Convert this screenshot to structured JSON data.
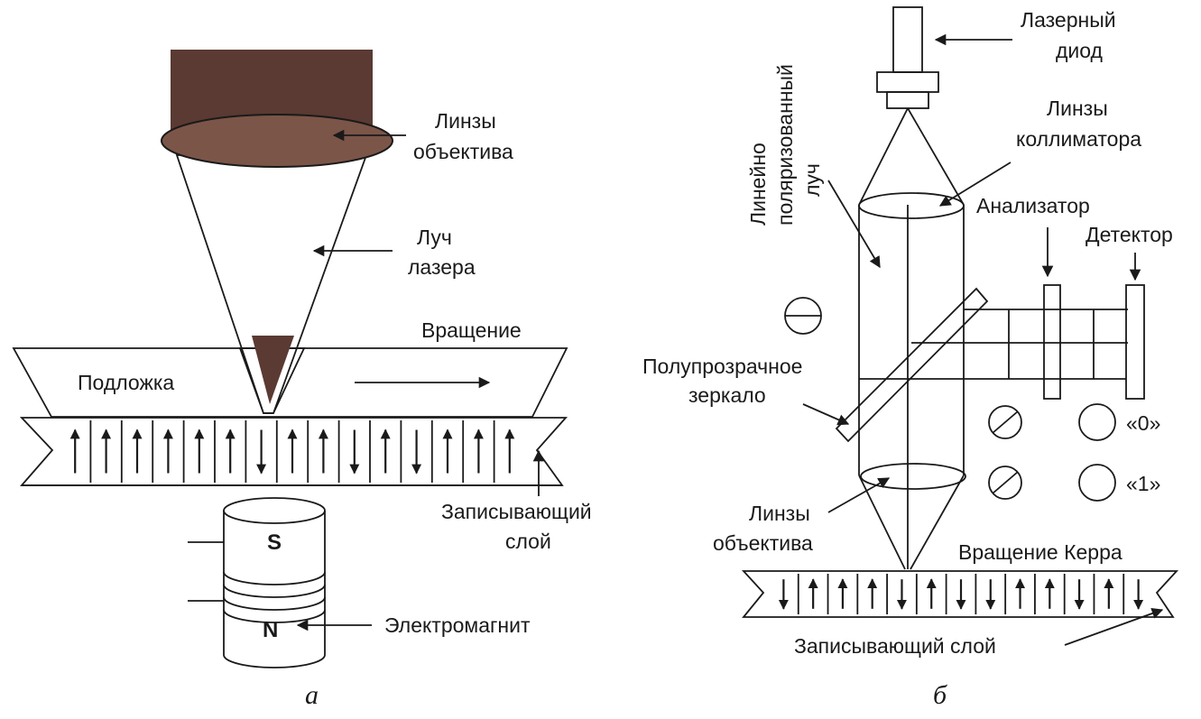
{
  "diagram_a": {
    "caption": "а",
    "labels": {
      "objective_lens_1": "Линзы",
      "objective_lens_2": "объектива",
      "laser_beam_1": "Луч",
      "laser_beam_2": "лазера",
      "rotation": "Вращение",
      "substrate": "Подложка",
      "recording_layer_1": "Записывающий",
      "recording_layer_2": "слой",
      "electromagnet": "Электромагнит",
      "pole_top": "S",
      "pole_bottom": "N"
    },
    "domains": [
      "up",
      "up",
      "up",
      "up",
      "up",
      "up",
      "down",
      "up",
      "up",
      "down",
      "up",
      "down",
      "up",
      "up",
      "up"
    ]
  },
  "diagram_b": {
    "caption": "б",
    "labels": {
      "laser_diode_1": "Лазерный",
      "laser_diode_2": "диод",
      "collimator_lens_1": "Линзы",
      "collimator_lens_2": "коллиматора",
      "polarized_beam_1": "Линейно",
      "polarized_beam_2": "поляризованный",
      "polarized_beam_3": "луч",
      "analyzer": "Анализатор",
      "detector": "Детектор",
      "half_mirror_1": "Полупрозрачное",
      "half_mirror_2": "зеркало",
      "state_zero": "«0»",
      "state_one": "«1»",
      "objective_lens_1": "Линзы",
      "objective_lens_2": "объектива",
      "kerr_rotation": "Вращение Керра",
      "recording_layer": "Записывающий слой"
    },
    "domains": [
      "down",
      "up",
      "up",
      "up",
      "down",
      "up",
      "down",
      "down",
      "up",
      "up",
      "down",
      "up",
      "down"
    ]
  },
  "colors": {
    "ink": "#1a1a1a",
    "dark_brown": "#5a3a32",
    "mid_brown": "#7b5548",
    "lens_tan": "#c8b5a0",
    "beam_fill": "#f1eadf",
    "substrate_fill": "#e6ddd0",
    "layer_fill": "#efe8dc"
  }
}
